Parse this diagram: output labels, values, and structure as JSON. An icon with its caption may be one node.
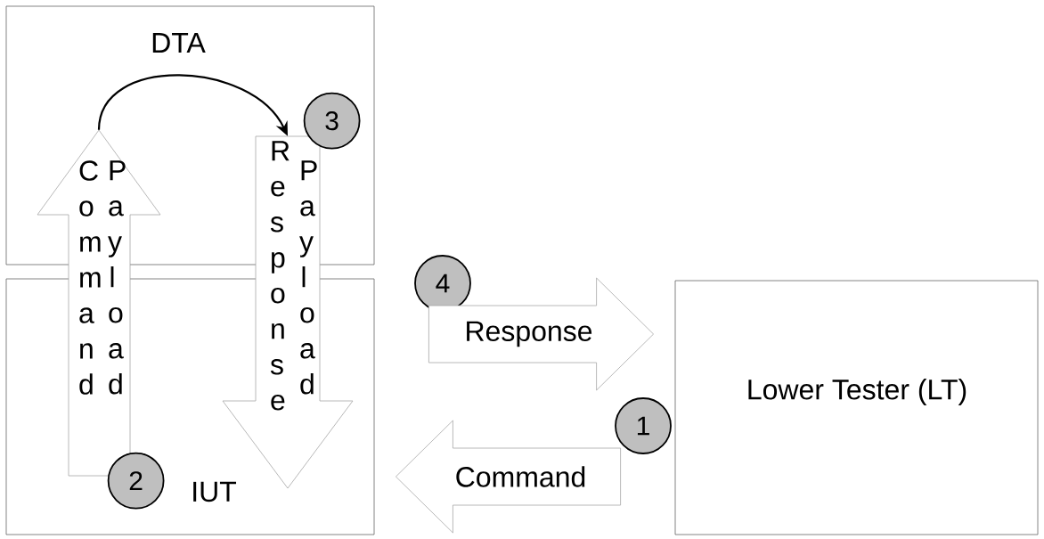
{
  "diagram": {
    "nodes": [
      {
        "text": [
          "DTA"
        ]
      },
      {
        "text": [
          "IUT"
        ]
      },
      {
        "text": [
          "Lower Tester (LT)"
        ]
      },
      {
        "text": [
          "Command",
          "Payload"
        ]
      },
      {
        "text": [
          "Response",
          "Payload"
        ]
      },
      {
        "text": [
          "3"
        ],
        "in": 0
      },
      {
        "text": [
          "4"
        ]
      },
      {
        "text": [
          "1"
        ]
      },
      {
        "text": [
          "2"
        ],
        "in": 1
      }
    ],
    "edges": [
      {
        "from": 3,
        "to": 4,
        "arrow": "to"
      },
      {
        "from": 1,
        "to": 2,
        "arrow": "to",
        "label": "Response"
      },
      {
        "from": 2,
        "to": 1,
        "arrow": "to",
        "label": "Command"
      }
    ]
  }
}
